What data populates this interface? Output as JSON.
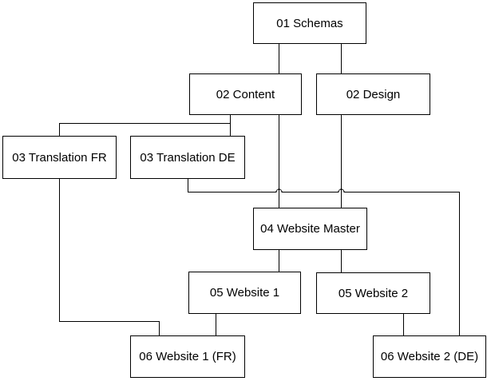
{
  "diagram": {
    "type": "hierarchy-flowchart",
    "background_color": "#ffffff",
    "box_fill_color": "#ffffff",
    "line_color": "#000000",
    "text_color": "#000000",
    "nodes": [
      {
        "id": "schemas",
        "label": "01 Schemas"
      },
      {
        "id": "content",
        "label": "02 Content"
      },
      {
        "id": "design",
        "label": "02 Design"
      },
      {
        "id": "translation-fr",
        "label": "03 Translation FR"
      },
      {
        "id": "translation-de",
        "label": "03 Translation DE"
      },
      {
        "id": "website-master",
        "label": "04 Website Master"
      },
      {
        "id": "website-1",
        "label": "05 Website 1"
      },
      {
        "id": "website-2",
        "label": "05 Website 2"
      },
      {
        "id": "website-1-fr",
        "label": "06 Website 1 (FR)"
      },
      {
        "id": "website-2-de",
        "label": "06 Website 2 (DE)"
      }
    ],
    "edges": [
      {
        "from": "01 Schemas",
        "to": "02 Content"
      },
      {
        "from": "01 Schemas",
        "to": "02 Design"
      },
      {
        "from": "02 Content",
        "to": "03 Translation FR"
      },
      {
        "from": "02 Content",
        "to": "03 Translation DE"
      },
      {
        "from": "02 Content",
        "to": "04 Website Master"
      },
      {
        "from": "02 Design",
        "to": "04 Website Master"
      },
      {
        "from": "03 Translation FR",
        "to": "06 Website 1 (FR)"
      },
      {
        "from": "03 Translation DE",
        "to": "06 Website 2 (DE)"
      },
      {
        "from": "04 Website Master",
        "to": "05 Website 1"
      },
      {
        "from": "04 Website Master",
        "to": "05 Website 2"
      },
      {
        "from": "05 Website 1",
        "to": "06 Website 1 (FR)"
      },
      {
        "from": "05 Website 2",
        "to": "06 Website 2 (DE)"
      }
    ]
  }
}
